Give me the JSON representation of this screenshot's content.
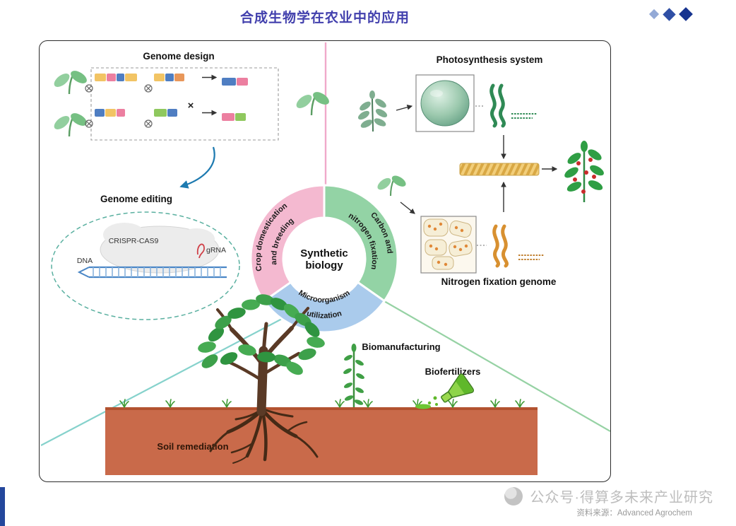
{
  "header": {
    "title": "合成生物学在农业中的应用"
  },
  "diagram": {
    "center_line1": "Synthetic",
    "center_line2": "biology",
    "ring": {
      "pink_line1": "Crop domestication",
      "pink_line2": "and breeding",
      "green_line1": "Carbon and",
      "green_line2": "nitrogen fixation",
      "blue_line1": "Microorganism",
      "blue_line2": "utilization"
    },
    "labels": {
      "genome_design": "Genome design",
      "genome_editing": "Genome editing",
      "photosynthesis": "Photosynthesis system",
      "nitrogen_fixation": "Nitrogen fixation genome",
      "biomanufacturing": "Biomanufacturing",
      "biofertilizers": "Biofertilizers",
      "soil_remediation": "Soil remediation",
      "crispr": "CRISPR-CAS9",
      "grna": "gRNA",
      "dna": "DNA",
      "cross": "×"
    },
    "colors": {
      "ring_pink": "#f4b9d0",
      "ring_green": "#93d3a5",
      "ring_blue": "#aacbec",
      "soil": "#c96a4a",
      "title_accent": "#4240ad"
    }
  },
  "footer": {
    "watermark": "公众号·得算多未来产业研究",
    "source": "资料来源：Advanced Agrochem"
  }
}
